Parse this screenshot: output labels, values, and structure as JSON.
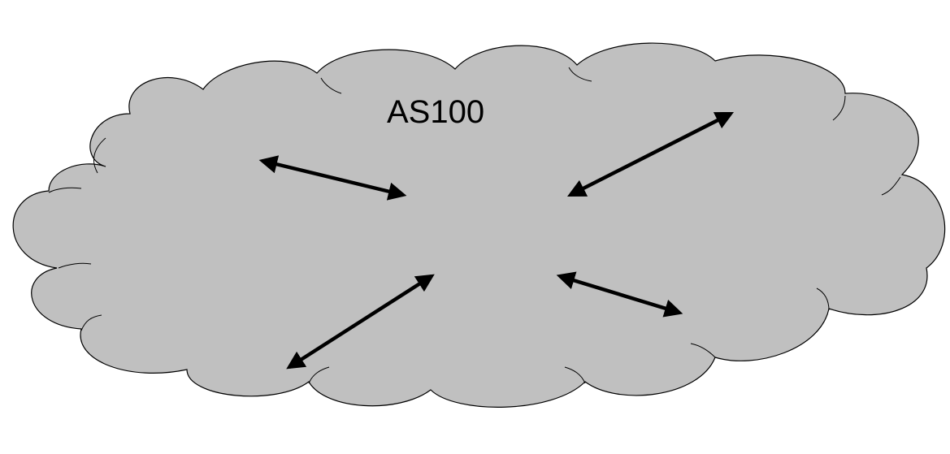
{
  "diagram": {
    "as_label": "AS100",
    "colors": {
      "cloud_fill": "#c0c0c0",
      "cloud_stroke": "#000000",
      "router_arrow": "#ff0000",
      "router_body": "#e6e6e6",
      "link": "#000000"
    },
    "routers": [
      {
        "id": "router-top-left",
        "icon": "router-icon"
      },
      {
        "id": "router-top-right",
        "icon": "router-icon"
      },
      {
        "id": "router-center",
        "icon": "router-icon"
      },
      {
        "id": "router-bottom-left",
        "icon": "router-icon"
      },
      {
        "id": "router-bottom-right",
        "icon": "router-icon"
      }
    ],
    "links": [
      {
        "from": "router-top-left",
        "to": "router-center",
        "type": "bidirectional-arrow"
      },
      {
        "from": "router-top-right",
        "to": "router-center",
        "type": "bidirectional-arrow"
      },
      {
        "from": "router-bottom-left",
        "to": "router-center",
        "type": "bidirectional-arrow"
      },
      {
        "from": "router-bottom-right",
        "to": "router-center",
        "type": "bidirectional-arrow"
      }
    ]
  }
}
